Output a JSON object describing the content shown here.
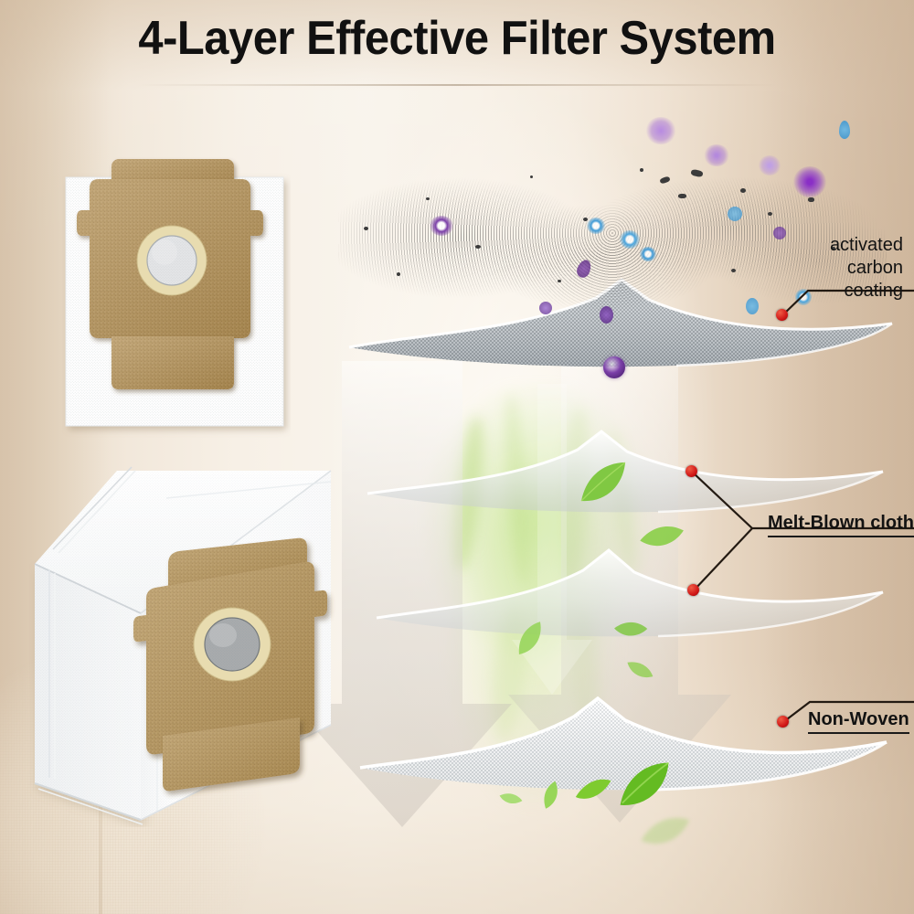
{
  "page": {
    "title": "4-Layer Effective Filter System",
    "background_colors": {
      "beige_light": "#f9f4ec",
      "beige_mid": "#efe2d2",
      "beige_dark": "#d9c3ab",
      "title_color": "#111111"
    }
  },
  "callouts": [
    {
      "id": "activated-carbon-coating",
      "lines": [
        "activated",
        "carbon",
        "coating"
      ],
      "text": "activated carbon coating",
      "style": "plain",
      "align": "right",
      "marker_color": "#cf1616",
      "markers": 1
    },
    {
      "id": "melt-blown-cloth",
      "lines": [
        "Melt-Blown cloth"
      ],
      "text": "Melt-Blown cloth",
      "style": "bold-underline",
      "align": "left",
      "marker_color": "#cf1616",
      "markers": 2
    },
    {
      "id": "non-woven",
      "lines": [
        "Non-Woven"
      ],
      "text": "Non-Woven",
      "style": "bold-underline",
      "align": "left",
      "marker_color": "#cf1616",
      "markers": 1
    }
  ],
  "filter_layers": [
    {
      "index": 1,
      "name": "activated carbon coating",
      "tone": "#b8bcc0"
    },
    {
      "index": 2,
      "name": "melt-blown cloth upper",
      "tone": "#e2e6e8"
    },
    {
      "index": 3,
      "name": "melt-blown cloth lower",
      "tone": "#e7ebec"
    },
    {
      "index": 4,
      "name": "non-woven",
      "tone": "#ffffff"
    }
  ],
  "products": [
    {
      "id": "flat-dust-bag",
      "shape": "flat",
      "fabric": "white non-woven",
      "collar": "brown cardboard",
      "ring": "#e8dcb0",
      "port": "#b9bcbf"
    },
    {
      "id": "boxed-dust-bag",
      "shape": "3d-box",
      "fabric": "white non-woven",
      "collar": "brown cardboard",
      "ring": "#e8dcb0",
      "port": "#8f9396"
    }
  ],
  "particles": {
    "dust_color": "#3b3b3b",
    "germ_colors": [
      "#7b3fa8",
      "#3f9ad6",
      "#5ab4e6",
      "#8a52c0"
    ],
    "leaf_colors": [
      "#6fc22e",
      "#8fd344",
      "#a8de63"
    ]
  }
}
